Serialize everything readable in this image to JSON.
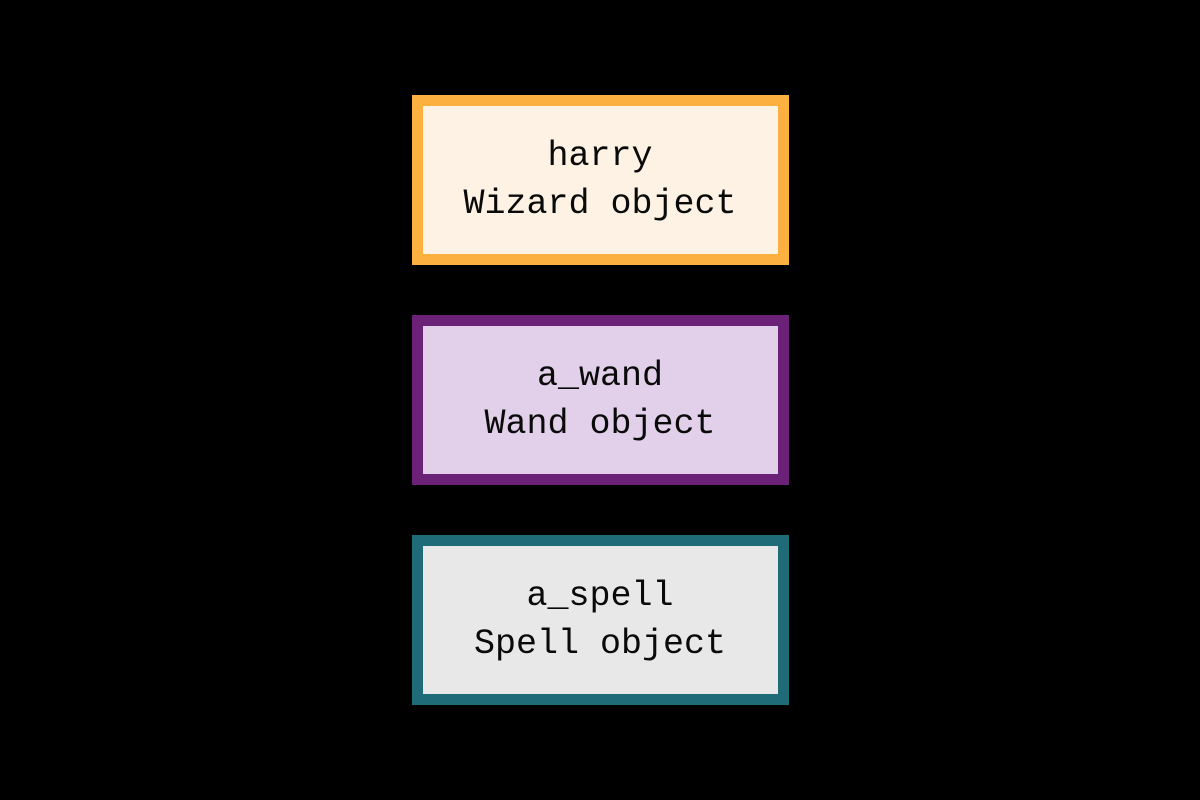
{
  "canvas": {
    "background_color": "#000000",
    "text_color": "#0a0a0a"
  },
  "diagram": {
    "description": "Three object reference boxes",
    "boxes": [
      {
        "variable_name": "harry",
        "type_label": "Wizard object",
        "border_color": "#FBB040",
        "fill_color": "#FDF2E3"
      },
      {
        "variable_name": "a_wand",
        "type_label": "Wand object",
        "border_color": "#6A2177",
        "fill_color": "#E2D0EA"
      },
      {
        "variable_name": "a_spell",
        "type_label": "Spell object",
        "border_color": "#1F6C78",
        "fill_color": "#E8E8E8"
      }
    ]
  }
}
